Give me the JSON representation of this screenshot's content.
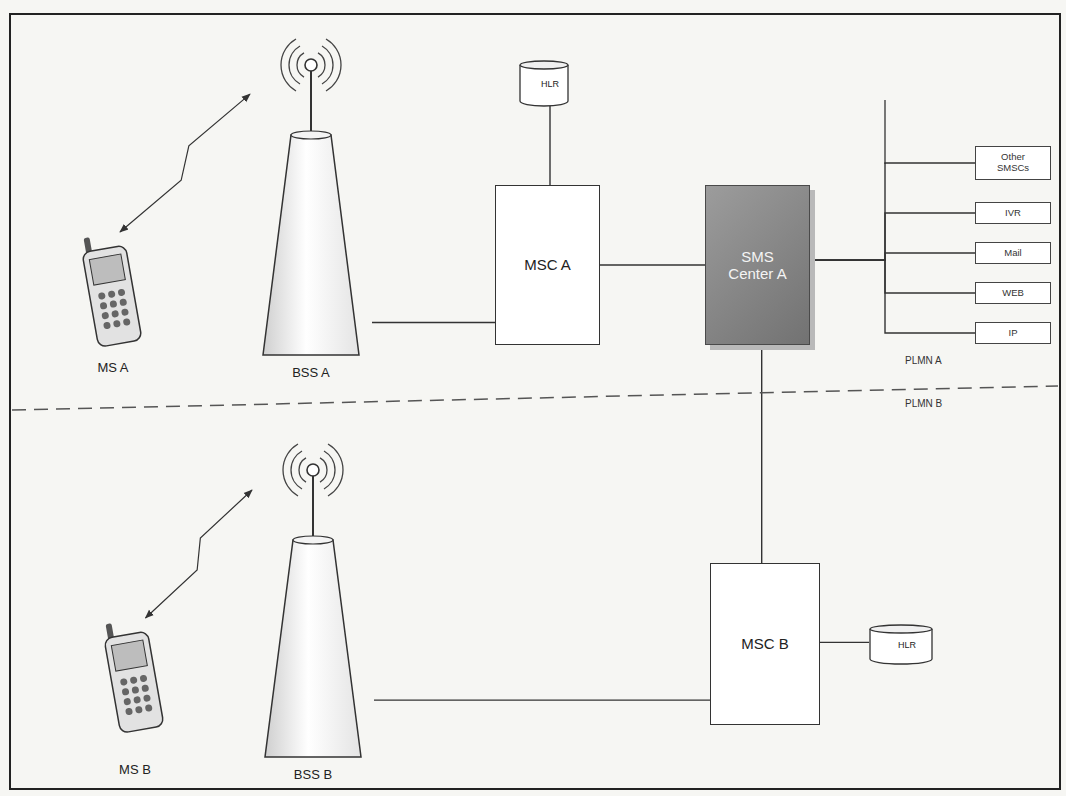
{
  "diagram": {
    "nodes": [
      {
        "text": [
          "MS A"
        ]
      },
      {
        "text": [
          "BSS A"
        ]
      },
      {
        "text": [
          "HLR"
        ]
      },
      {
        "text": [
          "MSC A"
        ]
      },
      {
        "text": [
          "SMS Center A"
        ]
      },
      {
        "text": [
          "Other SMSCs"
        ]
      },
      {
        "text": [
          "IVR"
        ]
      },
      {
        "text": [
          "Mail"
        ]
      },
      {
        "text": [
          "WEB"
        ]
      },
      {
        "text": [
          "IP"
        ]
      },
      {
        "text": [
          "MS B"
        ]
      },
      {
        "text": [
          "BSS B"
        ]
      },
      {
        "text": [
          "MSC B"
        ]
      },
      {
        "text": [
          "HLR"
        ]
      }
    ],
    "edges": [
      {
        "from": 0,
        "to": 1,
        "arrow": "both"
      },
      {
        "from": 1,
        "to": 3,
        "arrow": "none"
      },
      {
        "from": 2,
        "to": 3,
        "arrow": "none"
      },
      {
        "from": 3,
        "to": 4,
        "arrow": "none"
      },
      {
        "from": 4,
        "to": 5,
        "arrow": "none"
      },
      {
        "from": 4,
        "to": 6,
        "arrow": "none"
      },
      {
        "from": 4,
        "to": 7,
        "arrow": "none"
      },
      {
        "from": 4,
        "to": 8,
        "arrow": "none"
      },
      {
        "from": 4,
        "to": 9,
        "arrow": "none"
      },
      {
        "from": 4,
        "to": 12,
        "arrow": "none"
      },
      {
        "from": 10,
        "to": 11,
        "arrow": "both"
      },
      {
        "from": 11,
        "to": 12,
        "arrow": "none"
      },
      {
        "from": 12,
        "to": 13,
        "arrow": "none"
      }
    ],
    "labels": [
      "PLMN A",
      "PLMN B"
    ]
  }
}
